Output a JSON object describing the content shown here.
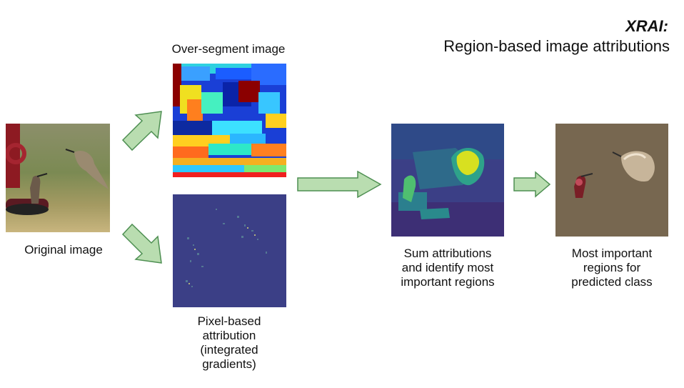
{
  "header": {
    "title": "XRAI:",
    "subtitle": "Region-based image attributions"
  },
  "steps": {
    "original": {
      "caption": "Original image"
    },
    "oversegment": {
      "caption": "Over-segment image"
    },
    "pixel_attribution": {
      "caption_lines": [
        "Pixel-based",
        "attribution",
        "(integrated",
        "gradients)"
      ]
    },
    "sum_attributions": {
      "caption_lines": [
        "Sum attributions",
        "and identify most",
        "important regions"
      ]
    },
    "important_regions": {
      "caption_lines": [
        "Most important",
        "regions for",
        "predicted class"
      ]
    }
  },
  "colors": {
    "arrow_fill": "#b9ddb0",
    "arrow_stroke": "#4e8f52",
    "attribution_background": "#3b3f86",
    "mask_background": "#776750"
  }
}
